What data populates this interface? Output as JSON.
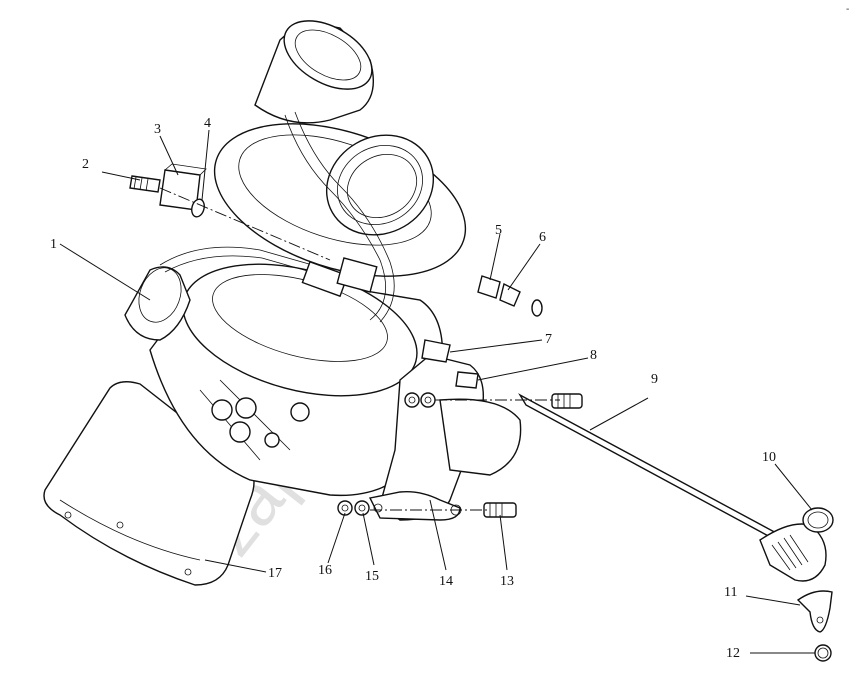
{
  "diagram": {
    "watermark": "zap-ix.ru",
    "corner_mark": "-",
    "callouts": [
      {
        "id": "c1",
        "label": "1"
      },
      {
        "id": "c2",
        "label": "2"
      },
      {
        "id": "c3",
        "label": "3"
      },
      {
        "id": "c4",
        "label": "4"
      },
      {
        "id": "c5",
        "label": "5"
      },
      {
        "id": "c6",
        "label": "6"
      },
      {
        "id": "c7",
        "label": "7"
      },
      {
        "id": "c8",
        "label": "8"
      },
      {
        "id": "c9",
        "label": "9"
      },
      {
        "id": "c10",
        "label": "10"
      },
      {
        "id": "c11",
        "label": "11"
      },
      {
        "id": "c12",
        "label": "12"
      },
      {
        "id": "c13",
        "label": "13"
      },
      {
        "id": "c14",
        "label": "14"
      },
      {
        "id": "c15",
        "label": "15"
      },
      {
        "id": "c16",
        "label": "16"
      },
      {
        "id": "c17",
        "label": "17"
      }
    ]
  }
}
